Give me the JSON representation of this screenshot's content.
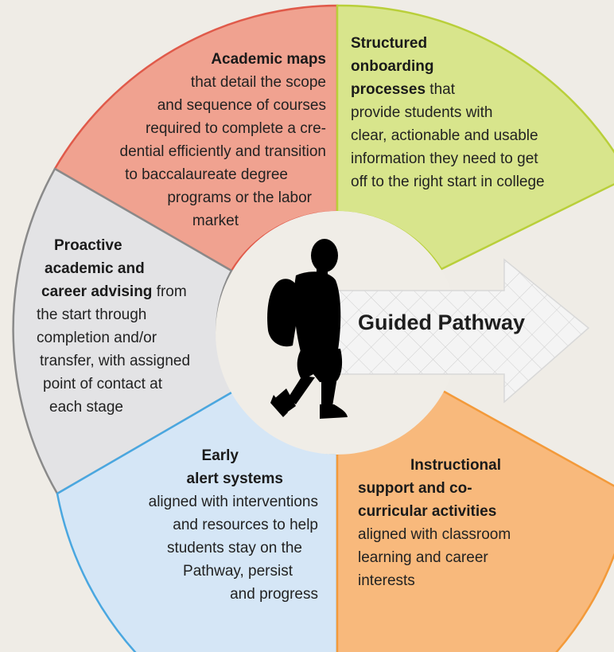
{
  "colors": {
    "background": "#efece6",
    "academic_maps": "#f0a290",
    "academic_maps_stroke": "#e05a4a",
    "onboarding": "#d8e58c",
    "onboarding_stroke": "#b9cf3a",
    "advising": "#e3e3e5",
    "advising_stroke": "#8a8a8a",
    "early_alert": "#d5e6f6",
    "early_alert_stroke": "#4aa7e0",
    "instructional": "#f8b97c",
    "instructional_stroke": "#f39a3a",
    "center": "#f0ede7",
    "arrow_fill": "#f2f2f2",
    "arrow_grid": "#c9c9c9",
    "silhouette": "#000000"
  },
  "center": {
    "label": "Guided Pathway",
    "icon": "walking-student-silhouette-icon"
  },
  "segments": {
    "academic_maps": {
      "lines": [
        {
          "bold": "Academic maps",
          "rest": ""
        },
        {
          "bold": "",
          "rest": "that detail the scope"
        },
        {
          "bold": "",
          "rest": "and sequence of courses"
        },
        {
          "bold": "",
          "rest": "required to complete a cre-"
        },
        {
          "bold": "",
          "rest": "dential efficiently and transition"
        },
        {
          "bold": "",
          "rest": "to baccalaureate degree"
        },
        {
          "bold": "",
          "rest": "programs or the labor"
        },
        {
          "bold": "",
          "rest": "market"
        }
      ]
    },
    "onboarding": {
      "lines": [
        {
          "bold": "Structured",
          "rest": ""
        },
        {
          "bold": "onboarding",
          "rest": ""
        },
        {
          "bold": "processes",
          "rest": " that"
        },
        {
          "bold": "",
          "rest": "provide students with"
        },
        {
          "bold": "",
          "rest": "clear, actionable and usable"
        },
        {
          "bold": "",
          "rest": "information they need to get"
        },
        {
          "bold": "",
          "rest": "off to the right start in college"
        }
      ]
    },
    "advising": {
      "lines": [
        {
          "bold": "Proactive",
          "rest": ""
        },
        {
          "bold": "academic and",
          "rest": ""
        },
        {
          "bold": "career advising",
          "rest": " from"
        },
        {
          "bold": "",
          "rest": "the start through"
        },
        {
          "bold": "",
          "rest": "completion and/or"
        },
        {
          "bold": "",
          "rest": "transfer, with assigned"
        },
        {
          "bold": "",
          "rest": "point of contact at"
        },
        {
          "bold": "",
          "rest": "each stage"
        }
      ]
    },
    "early_alert": {
      "lines": [
        {
          "bold": "Early",
          "rest": ""
        },
        {
          "bold": "alert systems",
          "rest": ""
        },
        {
          "bold": "",
          "rest": "aligned with interventions"
        },
        {
          "bold": "",
          "rest": "and resources to help"
        },
        {
          "bold": "",
          "rest": "students stay on the"
        },
        {
          "bold": "",
          "rest": "Pathway, persist"
        },
        {
          "bold": "",
          "rest": "and progress"
        }
      ]
    },
    "instructional": {
      "lines": [
        {
          "bold": "Instructional",
          "rest": ""
        },
        {
          "bold": "support and co-",
          "rest": ""
        },
        {
          "bold": "curricular activities",
          "rest": ""
        },
        {
          "bold": "",
          "rest": "aligned with classroom"
        },
        {
          "bold": "",
          "rest": "learning and career"
        },
        {
          "bold": "",
          "rest": "interests"
        }
      ]
    }
  }
}
